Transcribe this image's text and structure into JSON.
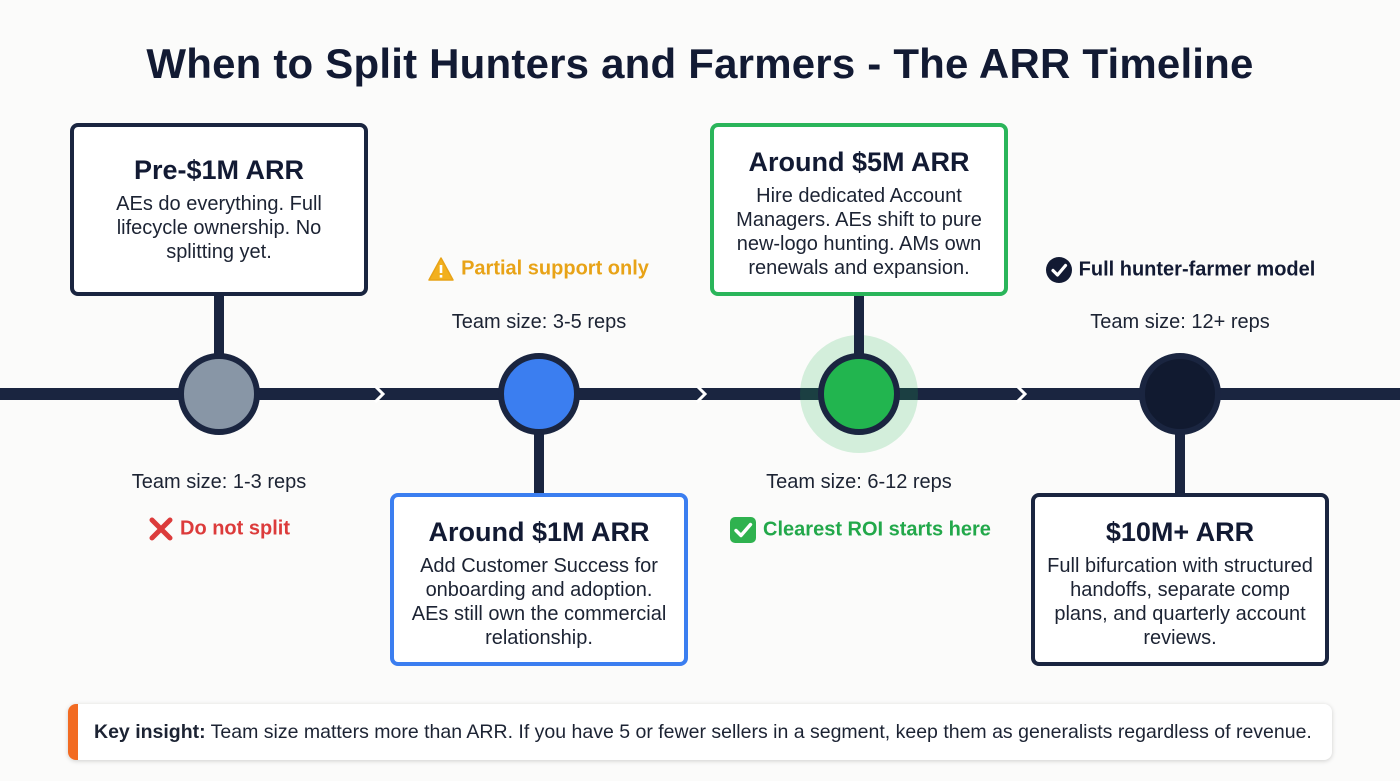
{
  "title": "When to Split Hunters and Farmers - The ARR Timeline",
  "stages": [
    {
      "card_title": "Pre-$1M ARR",
      "card_desc": "AEs do everything. Full lifecycle ownership. No splitting yet.",
      "team_size": "Team size: 1-3 reps",
      "status": "Do not split",
      "status_icon": "red-cross-icon",
      "node_color": "#8896a6",
      "card_border": "#1a2540"
    },
    {
      "card_title": "Around $1M ARR",
      "card_desc": "Add Customer Success for onboarding and adoption. AEs still own the commercial relationship.",
      "team_size": "Team size: 3-5 reps",
      "status": "Partial support only",
      "status_icon": "warning-icon",
      "node_color": "#3b7ef0",
      "card_border": "#3b7ef0"
    },
    {
      "card_title": "Around $5M ARR",
      "card_desc": "Hire dedicated Account Managers. AEs shift to pure new-logo hunting. AMs own renewals and expansion.",
      "team_size": "Team size: 6-12 reps",
      "status": "Clearest ROI starts here",
      "status_icon": "green-check-box-icon",
      "node_color": "#22b54f",
      "card_border": "#2ab55a"
    },
    {
      "card_title": "$10M+ ARR",
      "card_desc": "Full bifurcation with structured handoffs, separate comp plans, and quarterly account reviews.",
      "team_size": "Team size: 12+ reps",
      "status": "Full hunter-farmer model",
      "status_icon": "check-circle-icon",
      "node_color": "#111a30",
      "card_border": "#1a2540"
    }
  ],
  "colors": {
    "do_not_split": "#dc3b3b",
    "partial": "#e8a317",
    "clearest_roi": "#22a84a",
    "full_model": "#121a33",
    "insight_accent": "#f26b22"
  },
  "insight": {
    "label": "Key insight:",
    "text": " Team size matters more than ARR. If you have 5 or fewer sellers in a segment, keep them as generalists regardless of revenue."
  }
}
